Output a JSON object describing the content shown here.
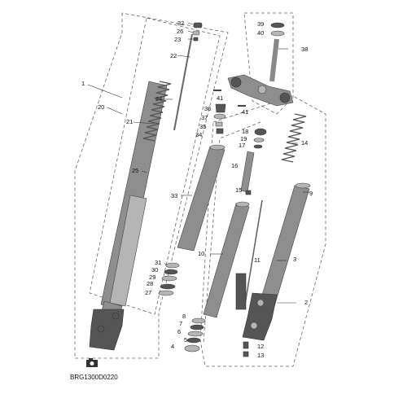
{
  "diagram": {
    "code": "BRG1300D0220",
    "callouts": [
      "1",
      "2",
      "3",
      "4",
      "5",
      "6",
      "7",
      "8",
      "9",
      "10",
      "11",
      "12",
      "13",
      "14",
      "15",
      "16",
      "17",
      "18",
      "19",
      "20",
      "21",
      "22",
      "23",
      "24",
      "25",
      "26",
      "27",
      "28",
      "29",
      "30",
      "31",
      "32",
      "33",
      "34",
      "35",
      "36",
      "37",
      "38",
      "39",
      "40",
      "41",
      "41"
    ]
  }
}
